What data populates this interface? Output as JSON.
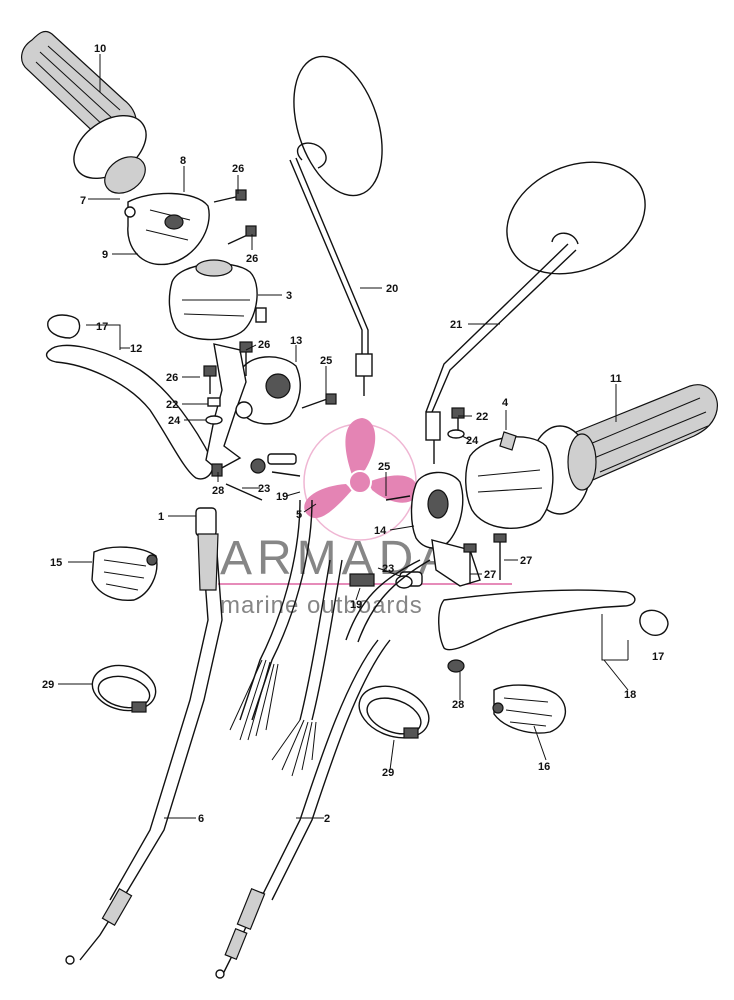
{
  "diagram": {
    "part_numbers": {
      "n10": "10",
      "n7": "7",
      "n8": "8",
      "n9": "9",
      "n26a": "26",
      "n26b": "26",
      "n3": "3",
      "n17a": "17",
      "n12": "12",
      "n26c": "26",
      "n13": "13",
      "n26d": "26",
      "n25a": "25",
      "n22a": "22",
      "n24a": "24",
      "n28a": "28",
      "n23a": "23",
      "n19a": "19",
      "n5": "5",
      "n1": "1",
      "n15": "15",
      "n29a": "29",
      "n6": "6",
      "n20": "20",
      "n21": "21",
      "n11": "11",
      "n4": "4",
      "n22b": "22",
      "n24b": "24",
      "n25b": "25",
      "n14": "14",
      "n27a": "27",
      "n27b": "27",
      "n23b": "23",
      "n19b": "19",
      "n17b": "17",
      "n18": "18",
      "n28b": "28",
      "n16": "16",
      "n29b": "29",
      "n2": "2"
    },
    "watermark": {
      "brand": "ARMADA",
      "tagline": "marine outboards",
      "accent_color": "#e06fa8",
      "text_color": "#7a7a7a"
    }
  }
}
